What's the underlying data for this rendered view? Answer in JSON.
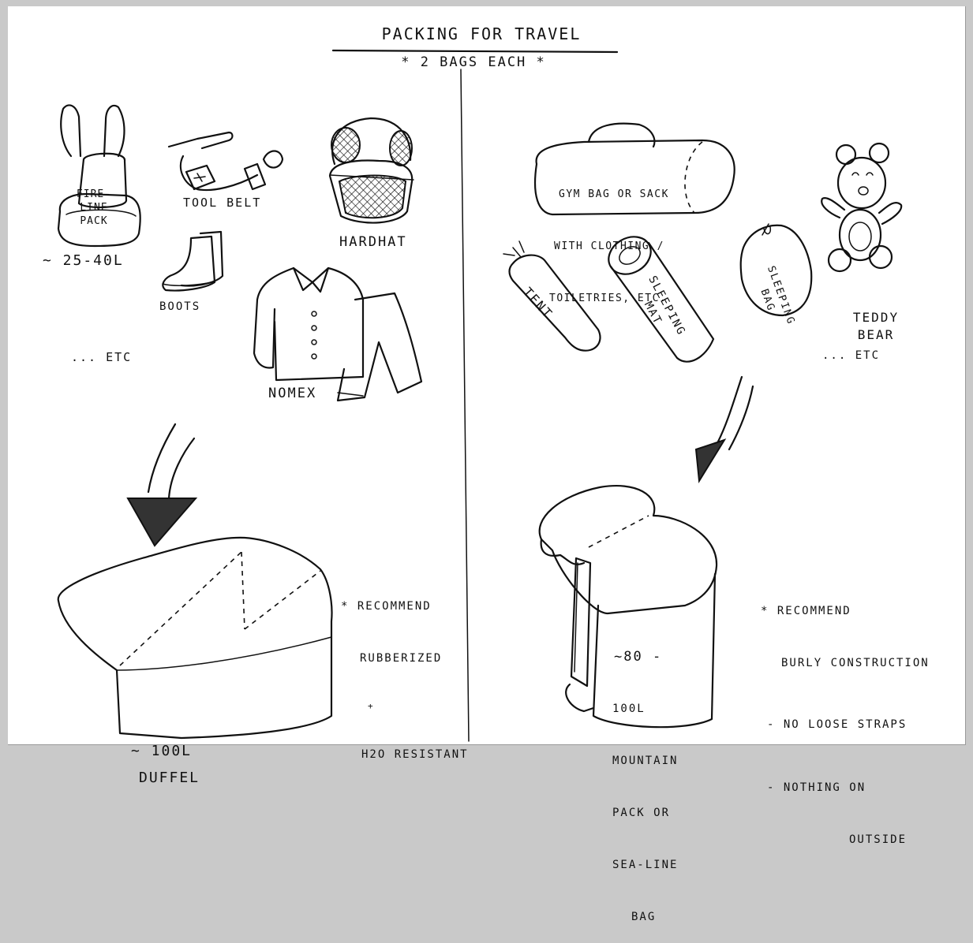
{
  "title": "PACKING FOR TRAVEL",
  "subtitle": "* 2 BAGS EACH *",
  "left": {
    "fireline_pack": [
      "FIRE-",
      "LINE",
      "PACK"
    ],
    "pack_volume": "~ 25-40L",
    "tool_belt": "TOOL BELT",
    "hardhat": "HARDHAT",
    "boots": "BOOTS",
    "nomex": "NOMEX",
    "etc": "... ETC",
    "duffel": [
      "~ 100L",
      "DUFFEL"
    ],
    "recommend": [
      "* RECOMMEND",
      "RUBBERIZED",
      "+",
      "H2O RESISTANT"
    ]
  },
  "right": {
    "gym_bag": [
      "GYM BAG OR SACK",
      "WITH CLOTHING /",
      "TOILETRIES, ETC."
    ],
    "teddy_bear": [
      "TEDDY",
      "BEAR"
    ],
    "tent": "TENT",
    "sleeping_mat": [
      "SLEEPING",
      "MAT"
    ],
    "sleeping_bag": [
      "SLEEPING",
      "BAG"
    ],
    "etc": "... ETC",
    "mountain_pack": [
      "~80 -",
      "100L",
      "MOUNTAIN",
      "PACK OR",
      "SEA-LINE",
      "BAG"
    ],
    "recommend": [
      "* RECOMMEND",
      "BURLY CONSTRUCTION",
      "- NO LOOSE STRAPS",
      "- NOTHING ON",
      "OUTSIDE"
    ]
  }
}
